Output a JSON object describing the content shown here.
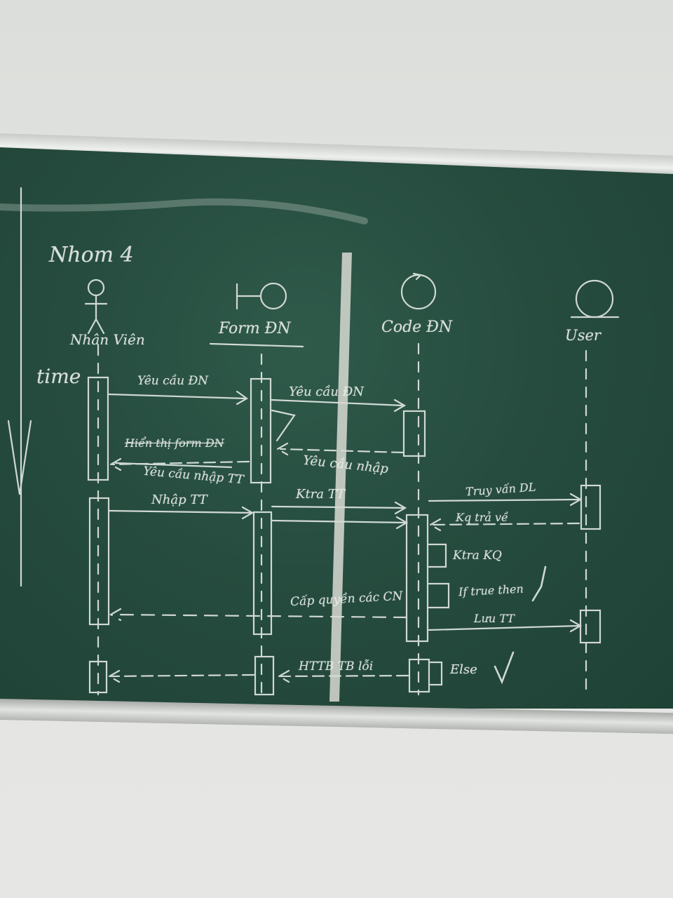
{
  "board": {
    "group_label": "Nhom 4",
    "time_label": "time"
  },
  "lifelines": [
    {
      "id": "actor",
      "label": "Nhân Viên",
      "kind": "actor"
    },
    {
      "id": "boundary",
      "label": "Form ĐN",
      "kind": "boundary"
    },
    {
      "id": "control",
      "label": "Code ĐN",
      "kind": "control"
    },
    {
      "id": "entity",
      "label": "User",
      "kind": "entity"
    }
  ],
  "messages": [
    {
      "id": "m1",
      "text": "Yêu cầu ĐN"
    },
    {
      "id": "m2",
      "text": "Yêu cầu ĐN"
    },
    {
      "id": "m3",
      "text": "Hiển thị form ĐN"
    },
    {
      "id": "m4",
      "text": "Yêu cầu nhập TT"
    },
    {
      "id": "m5",
      "text": "Yêu cầu nhập"
    },
    {
      "id": "m6",
      "text": "Nhập TT"
    },
    {
      "id": "m7",
      "text": "Ktra TT"
    },
    {
      "id": "m8",
      "text": "Truy vấn DL"
    },
    {
      "id": "m9",
      "text": "Kq trả về"
    },
    {
      "id": "m10",
      "text": "Ktra KQ"
    },
    {
      "id": "m11",
      "text": "If true then"
    },
    {
      "id": "m12",
      "text": "Cấp quyền các CN"
    },
    {
      "id": "m13",
      "text": "Lưu TT"
    },
    {
      "id": "m14",
      "text": "HTTB TB lỗi"
    },
    {
      "id": "m15",
      "text": "Else"
    }
  ],
  "colors": {
    "chalk": "#e8ece8",
    "board": "#264c3f",
    "wall": "#e3e5e2"
  }
}
